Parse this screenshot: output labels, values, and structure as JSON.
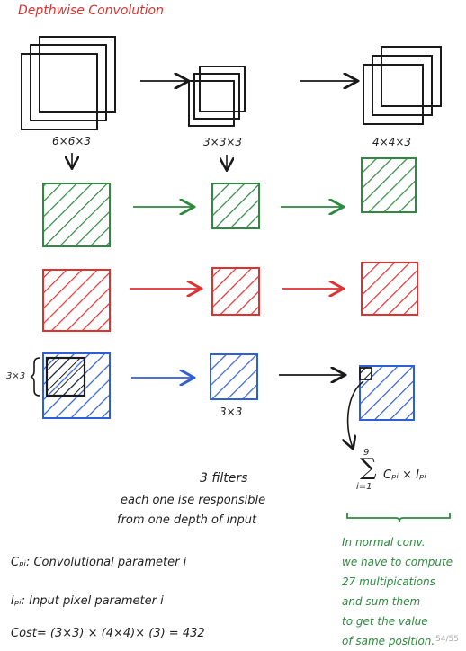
{
  "title": "Depthwise Convolution",
  "dims": {
    "input": "6×6×3",
    "filter": "3×3×3",
    "output": "4×4×3"
  },
  "kernel_side_label": "3×3",
  "filter_label": "3×3",
  "sum_formula": {
    "upper": "9",
    "lower": "i=1",
    "term": "Cₚᵢ × Iₚᵢ"
  },
  "filters_heading": "3 filters",
  "filters_lines": [
    "each one ise responsible",
    "from one depth of input"
  ],
  "definitions": [
    "Cₚᵢ: Convolutional parameter i",
    "Iₚᵢ: Input pixel parameter i"
  ],
  "cost": "Cost= (3×3) × (4×4)× (3) = 432",
  "green_note_lines": [
    "In normal conv.",
    "we have to compute",
    "27 multipications",
    "and sum them",
    "to get the value",
    "of same position."
  ],
  "page": "54/55",
  "colors": {
    "green": "#2d8a3e",
    "red": "#e0312f",
    "blue": "#2f5fd6",
    "ink": "#1a1a1a"
  }
}
